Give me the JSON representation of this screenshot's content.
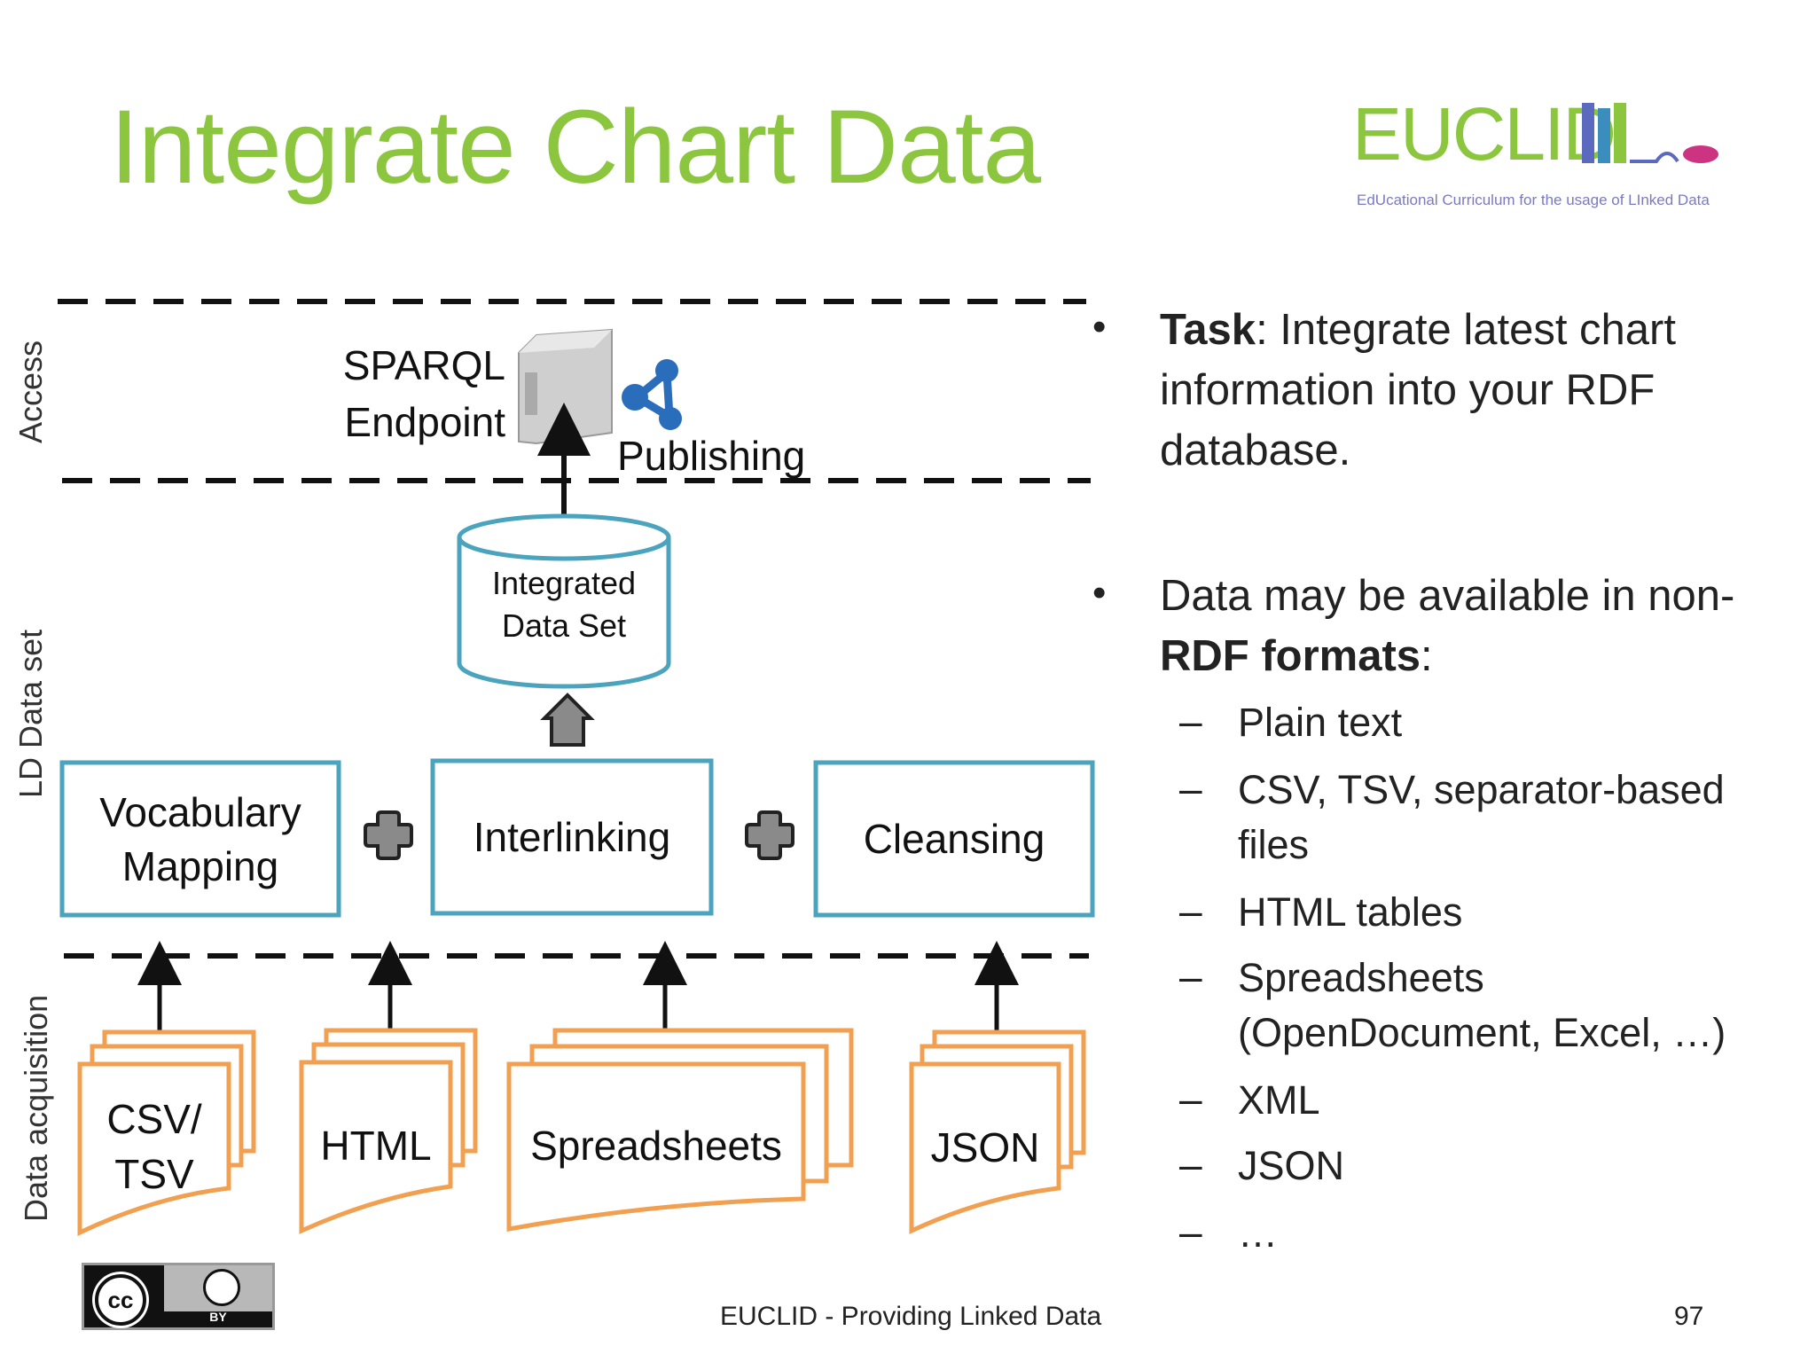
{
  "slide": {
    "title": "Integrate Chart Data",
    "page_number": "97",
    "footer": "EUCLID - Providing Linked Data"
  },
  "logo": {
    "name": "EUCLID",
    "subtitle": "EdUcational Curriculum for the usage of LInked Data",
    "color": "#8cc63f"
  },
  "license": {
    "cc": "cc",
    "by": "BY"
  },
  "diagram": {
    "layers": [
      "Access",
      "LD Data set",
      "Data acquisition"
    ],
    "endpoint": [
      "SPARQL",
      "Endpoint"
    ],
    "publishing": "Publishing",
    "dataset": [
      "Integrated",
      "Data Set"
    ],
    "processes": [
      {
        "label": [
          "Vocabulary",
          "Mapping"
        ]
      },
      {
        "label": [
          "Interlinking"
        ]
      },
      {
        "label": [
          "Cleansing"
        ]
      }
    ],
    "sources": [
      {
        "label": [
          "CSV/",
          "TSV"
        ]
      },
      {
        "label": [
          "HTML"
        ]
      },
      {
        "label": [
          "Spreadsheets"
        ]
      },
      {
        "label": [
          "JSON"
        ]
      }
    ],
    "colors": {
      "process_border": "#4ba3bd",
      "source_border": "#f0a050",
      "dataset_border": "#4ba3bd"
    }
  },
  "bullets": [
    {
      "bold": "Task",
      "text": ": Integrate latest chart",
      "lines": [
        "information into your RDF",
        "database."
      ]
    },
    {
      "line1": "Data may be available in non-",
      "bold": "RDF formats",
      "after": ":"
    }
  ],
  "sub_items": [
    [
      "Plain text"
    ],
    [
      "CSV, TSV, separator-based",
      "files"
    ],
    [
      "HTML tables"
    ],
    [
      "Spreadsheets",
      "(OpenDocument, Excel, …)"
    ],
    [
      "XML"
    ],
    [
      "JSON"
    ],
    [
      "…"
    ]
  ]
}
